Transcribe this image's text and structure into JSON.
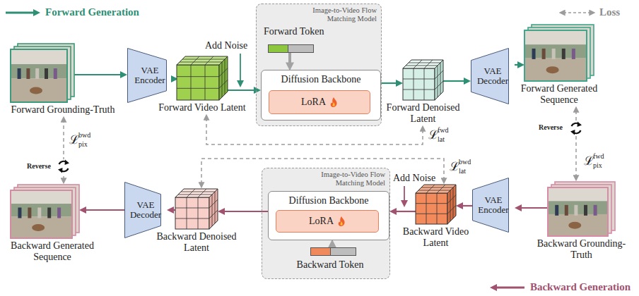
{
  "diagram": {
    "nodes": [
      {
        "text": [
          "Forward Grounding-Truth"
        ]
      },
      {
        "text": [
          "VAE Encoder"
        ]
      },
      {
        "text": [
          "Forward Video Latent"
        ]
      },
      {
        "text": [
          "Image-to-Video Flow Matching Model"
        ]
      },
      {
        "text": [
          "Forward Token"
        ],
        "in": 3
      },
      {
        "text": [
          "Diffusion Backbone"
        ],
        "in": 3
      },
      {
        "text": [
          "LoRA"
        ],
        "in": 5
      },
      {
        "text": [
          "Forward Denoised Latent"
        ]
      },
      {
        "text": [
          "VAE Decoder"
        ]
      },
      {
        "text": [
          "Forward Generated Sequence"
        ]
      },
      {
        "text": [
          "Backward Generated Sequence"
        ]
      },
      {
        "text": [
          "VAE Decoder"
        ]
      },
      {
        "text": [
          "Backward Denoised Latent"
        ]
      },
      {
        "text": [
          "Image-to-Video Flow Matching Model"
        ]
      },
      {
        "text": [
          "Diffusion Backbone"
        ],
        "in": 13
      },
      {
        "text": [
          "LoRA"
        ],
        "in": 14
      },
      {
        "text": [
          "Backward Token"
        ],
        "in": 13
      },
      {
        "text": [
          "Backward Video Latent"
        ]
      },
      {
        "text": [
          "VAE Encoder"
        ]
      },
      {
        "text": [
          "Backward Grounding-Truth"
        ]
      }
    ],
    "edges": [
      {
        "from": 0,
        "to": 1,
        "arrow": "to"
      },
      {
        "from": 1,
        "to": 2,
        "arrow": "to"
      },
      {
        "from": 2,
        "to": 5,
        "arrow": "to"
      },
      {
        "from": 5,
        "to": 7,
        "arrow": "to"
      },
      {
        "from": 7,
        "to": 8,
        "arrow": "to"
      },
      {
        "from": 8,
        "to": 9,
        "arrow": "to"
      },
      {
        "from": 4,
        "to": 5,
        "arrow": "to"
      },
      {
        "from": 19,
        "to": 18,
        "arrow": "to"
      },
      {
        "from": 18,
        "to": 17,
        "arrow": "to"
      },
      {
        "from": 17,
        "to": 14,
        "arrow": "to"
      },
      {
        "from": 14,
        "to": 12,
        "arrow": "to"
      },
      {
        "from": 12,
        "to": 11,
        "arrow": "to"
      },
      {
        "from": 11,
        "to": 10,
        "arrow": "to"
      },
      {
        "from": 16,
        "to": 14,
        "arrow": "to"
      },
      {
        "from": 7,
        "to": 2,
        "arrow": "both"
      },
      {
        "from": 9,
        "to": 19,
        "arrow": "both"
      },
      {
        "from": 12,
        "to": 17,
        "arrow": "both"
      },
      {
        "from": 10,
        "to": 0,
        "arrow": "both"
      }
    ],
    "labels": [
      "Add Noise",
      "ℒ",
      "fwd",
      "lat",
      "Reverse",
      "ℒ",
      "fwd",
      "pix",
      "ℒ",
      "bwd",
      "lat",
      "Add Noise",
      "ℒ",
      "bwd",
      "pix",
      "Reverse"
    ],
    "legend": [
      {
        "text": "Forward Generation"
      },
      {
        "text": "Loss"
      },
      {
        "text": "Backward Generation"
      }
    ]
  }
}
